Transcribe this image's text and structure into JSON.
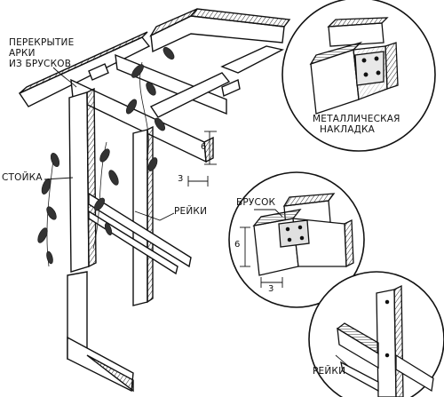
{
  "labels": {
    "overlap_line1": "ПЕРЕКРЫТИЕ",
    "overlap_line2": "АРКИ",
    "overlap_line3": "ИЗ БРУСКОВ",
    "post": "СТОЙКА",
    "slats_main": "РЕЙКИ",
    "metal_line1": "МЕТАЛЛИЧЕСКАЯ",
    "metal_line2": "НАКЛАДКА",
    "bar": "БРУСОК",
    "slats_detail": "РЕЙКИ"
  },
  "dimensions": {
    "main_height": "6",
    "main_width": "3",
    "detail_height": "6",
    "detail_width": "3"
  }
}
